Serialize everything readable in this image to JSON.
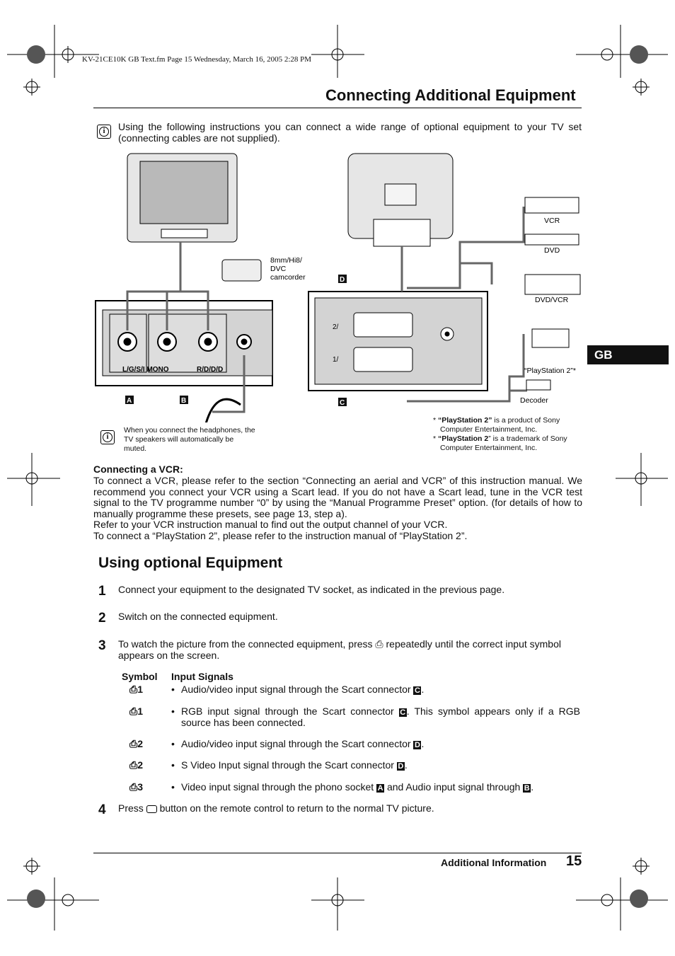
{
  "header": {
    "file_info": "KV-21CE10K GB Text.fm  Page 15  Wednesday, March 16, 2005  2:28 PM",
    "title": "Connecting Additional Equipment"
  },
  "intro": "Using the following instructions you can connect a wide range of optional equipment to your TV set (connecting cables are not supplied).",
  "diagram": {
    "camcorder_label": "8mm/Hi8/ DVC camcorder",
    "devices": [
      "VCR",
      "DVD",
      "DVD/VCR",
      "“PlayStation 2”*",
      "Decoder"
    ],
    "socket_labels": [
      "A",
      "B",
      "C",
      "D"
    ],
    "panel_text_left": "L/G/S/I MONO",
    "panel_text_right": "R/D/D/D",
    "scart_labels": [
      "VCR",
      "DVD"
    ],
    "input_labels": [
      "2/",
      "1/"
    ],
    "headphone_note": "When you connect the headphones, the TV speakers will automatically be muted.",
    "footnotes": [
      {
        "bold": "“PlayStation 2”",
        "rest": " is a product of Sony Computer Entertainment, Inc."
      },
      {
        "bold": "“PlayStation 2",
        "rest": "” is a trademark of Sony Computer Entertainment, Inc."
      }
    ]
  },
  "vcr_section": {
    "heading": "Connecting a VCR:",
    "paragraphs": [
      "To connect a VCR, please refer to the section “Connecting an aerial and VCR” of this instruction manual. We recommend you connect your VCR using a Scart lead. If you do not have a Scart lead, tune in the VCR test signal to the TV programme number “0” by using the “Manual Programme Preset” option. (for details of how to manually programme these presets, see page 13, step a).",
      "Refer to your VCR instruction manual to find out the output channel of your VCR.",
      "To connect a “PlayStation 2”, please refer to the instruction manual of “PlayStation 2”."
    ]
  },
  "optional": {
    "heading": "Using optional Equipment",
    "steps": [
      {
        "num": "1",
        "text": "Connect your equipment to the designated TV socket, as indicated in the previous page."
      },
      {
        "num": "2",
        "text": "Switch on the connected equipment."
      },
      {
        "num": "3",
        "text_a": "To watch the picture from the connected equipment, press",
        "text_b": "repeatedly until the correct input symbol appears on the screen."
      },
      {
        "num": "4",
        "text_a": "Press",
        "text_b": "button on the remote control to return to the normal TV picture."
      }
    ],
    "table_headers": {
      "symbol": "Symbol",
      "signals": "Input Signals"
    },
    "rows": [
      {
        "sym": "1",
        "text": "Audio/video input signal through the Scart connector",
        "box": "C",
        "tail": "."
      },
      {
        "sym": "1",
        "text": "RGB input signal through the Scart connector",
        "box": "C",
        "tail": ". This symbol appears only if a RGB source has been connected."
      },
      {
        "sym": "2",
        "text": "Audio/video input signal through the Scart connector",
        "box": "D",
        "tail": "."
      },
      {
        "sym": "2",
        "text": "S Video Input signal through the Scart connector",
        "box": "D",
        "tail": "."
      },
      {
        "sym": "3",
        "text": "Video input signal through the phono socket",
        "box": "A",
        "mid": " and Audio input signal through ",
        "box2": "B",
        "tail": "."
      }
    ]
  },
  "side_tab": "GB",
  "footer": {
    "label": "Additional Information",
    "page": "15"
  }
}
